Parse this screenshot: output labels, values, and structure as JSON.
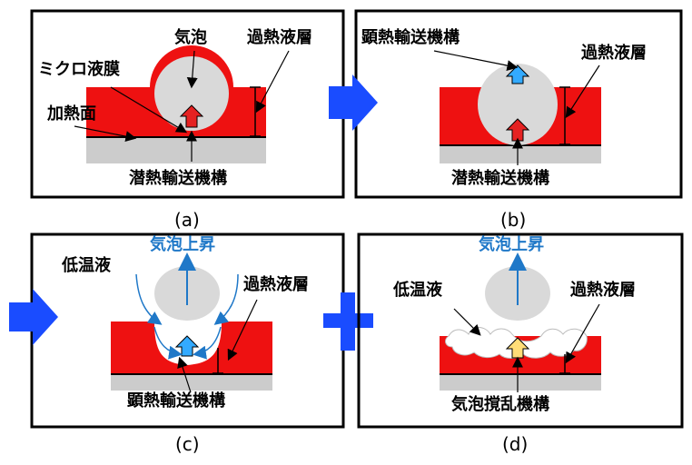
{
  "panels": {
    "a": {
      "caption": "(a)",
      "bubble": "気泡",
      "superheated_layer": "過熱液層",
      "micro_film": "ミクロ液膜",
      "heated_surface": "加熱面",
      "mechanism": "潜熱輸送機構"
    },
    "b": {
      "caption": "(b)",
      "sensible_transport": "顕熱輸送機構",
      "superheated_layer": "過熱液層",
      "mechanism": "潜熱輸送機構"
    },
    "c": {
      "caption": "(c)",
      "bubble_rise": "気泡上昇",
      "cold_liquid": "低温液",
      "superheated_layer": "過熱液層",
      "mechanism": "顕熱輸送機構"
    },
    "d": {
      "caption": "(d)",
      "bubble_rise": "気泡上昇",
      "cold_liquid": "低温液",
      "superheated_layer": "過熱液層",
      "mechanism": "気泡撹乱機構"
    }
  },
  "colors": {
    "liquid_red": "#ee1111",
    "bubble_gray": "#d9d9d9",
    "surface_gray": "#cccccc",
    "flow_blue": "#1f78c8",
    "arrow_red": "#e52222",
    "arrow_cyan": "#33aaff",
    "arrow_yellow": "#ffdd77",
    "connector_blue": "#1a4cff"
  }
}
